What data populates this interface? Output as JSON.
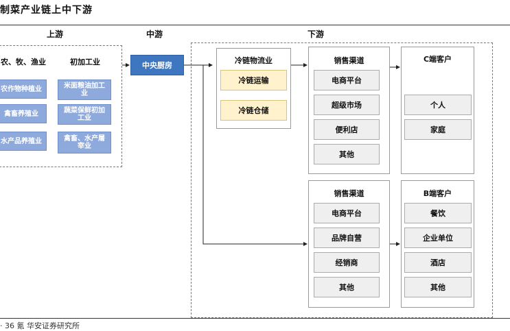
{
  "title": "制菜产业链上中下游",
  "stages": {
    "upstream": "上游",
    "midstream": "中游",
    "downstream": "下游"
  },
  "upstream": {
    "agri": {
      "header": "农、牧、渔业",
      "items": [
        "农作物种植业",
        "禽畜养殖业",
        "水产品养殖业"
      ]
    },
    "processing": {
      "header": "初加工业",
      "items": [
        "米面粮油加工业",
        "蔬菜保鲜初加工业",
        "禽畜、水产屠宰业"
      ]
    }
  },
  "midstream": {
    "kitchen": "中央厨房"
  },
  "cold_chain": {
    "header": "冷链物流业",
    "items": [
      "冷链运输",
      "冷链仓储"
    ]
  },
  "channels_c": {
    "header": "销售渠道",
    "items": [
      "电商平台",
      "超级市场",
      "便利店",
      "其他"
    ]
  },
  "channels_b": {
    "header": "销售渠道",
    "items": [
      "电商平台",
      "品牌自营",
      "经销商",
      "其他"
    ]
  },
  "customers_c": {
    "header": "C端客户",
    "items": [
      "个人",
      "家庭"
    ]
  },
  "customers_b": {
    "header": "B端客户",
    "items": [
      "餐饮",
      "企业单位",
      "酒店",
      "其他"
    ]
  },
  "footer": "· 36 氪   华安证券研究所"
}
